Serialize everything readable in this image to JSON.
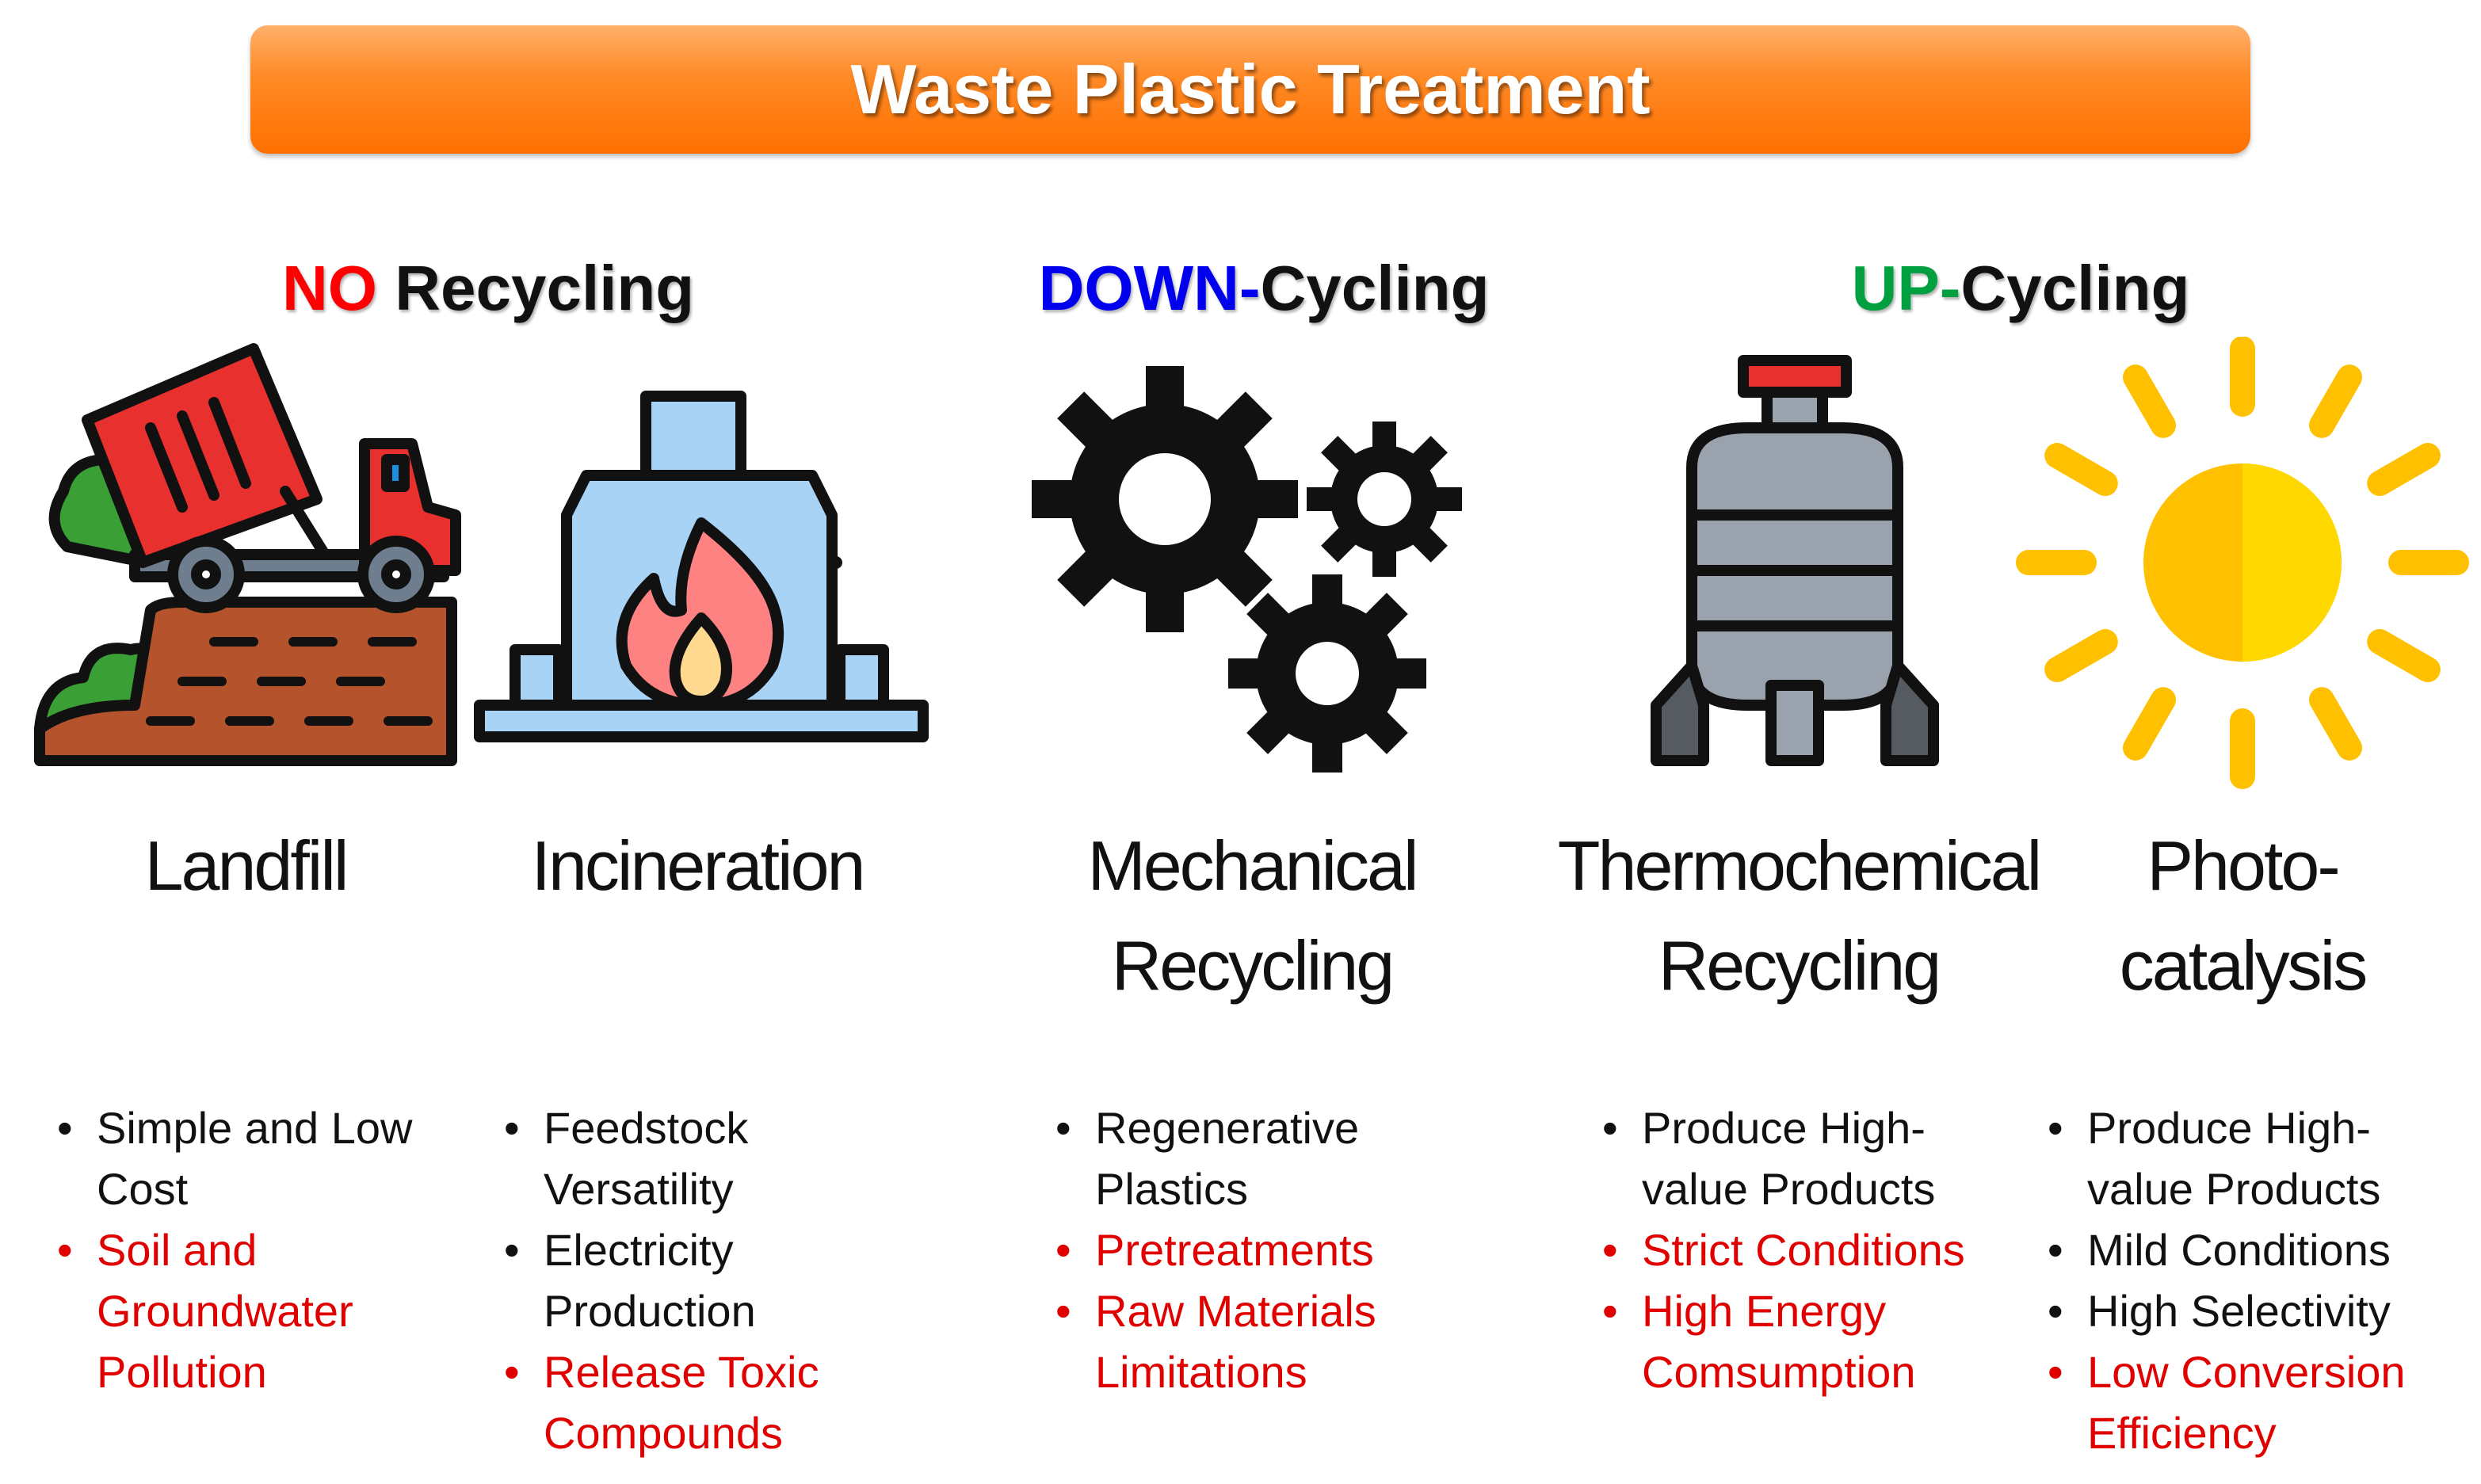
{
  "title": "Waste Plastic Treatment",
  "colors": {
    "banner": "#ff7a10",
    "no": "#ff0000",
    "down": "#0000ee",
    "up": "#00a040",
    "negative": "#e00000"
  },
  "categories": {
    "no": {
      "prefix": "NO",
      "rest": " Recycling"
    },
    "down": {
      "prefix": "DOWN-",
      "rest": "Cycling"
    },
    "up": {
      "prefix": "UP-",
      "rest": "Cycling"
    }
  },
  "methods": [
    {
      "icon": "dump-truck-landfill-icon",
      "label_lines": [
        "Landfill"
      ],
      "points": [
        {
          "text": "Simple and Low Cost",
          "type": "positive"
        },
        {
          "text": "Soil and Groundwater Pollution",
          "type": "negative"
        }
      ]
    },
    {
      "icon": "incinerator-icon",
      "label_lines": [
        "Incineration"
      ],
      "points": [
        {
          "text": "Feedstock Versatility",
          "type": "positive"
        },
        {
          "text": "Electricity Production",
          "type": "positive"
        },
        {
          "text": "Release Toxic Compounds",
          "type": "negative"
        }
      ]
    },
    {
      "icon": "gears-icon",
      "label_lines": [
        "Mechanical",
        "Recycling"
      ],
      "points": [
        {
          "text": "Regenerative Plastics",
          "type": "positive"
        },
        {
          "text": "Pretreatments",
          "type": "negative"
        },
        {
          "text": "Raw Materials Limitations",
          "type": "negative"
        }
      ]
    },
    {
      "icon": "reactor-tank-icon",
      "label_lines": [
        "Thermochemical",
        "Recycling"
      ],
      "points": [
        {
          "text": "Produce High-value Products",
          "type": "positive"
        },
        {
          "text": "Strict Conditions",
          "type": "negative"
        },
        {
          "text": "High Energy Comsumption",
          "type": "negative"
        }
      ]
    },
    {
      "icon": "sun-icon",
      "label_lines": [
        "Photo-",
        "catalysis"
      ],
      "points": [
        {
          "text": "Produce High-value Products",
          "type": "positive"
        },
        {
          "text": "Mild Conditions",
          "type": "positive"
        },
        {
          "text": "High Selectivity",
          "type": "positive"
        },
        {
          "text": "Low Conversion Efficiency",
          "type": "negative"
        }
      ]
    }
  ]
}
